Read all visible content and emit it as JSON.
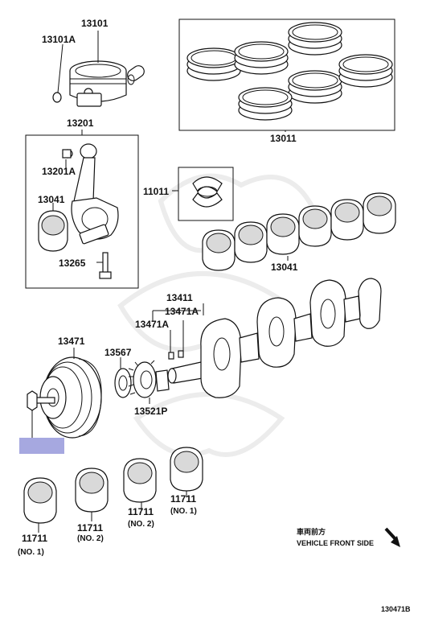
{
  "labels": {
    "p13101": "13101",
    "p13101A": "13101A",
    "p13011": "13011",
    "p13201": "13201",
    "p13201A": "13201A",
    "p13041_rod": "13041",
    "p13265": "13265",
    "p11011": "11011",
    "p13041": "13041",
    "p13411": "13411",
    "p13471A_top": "13471A",
    "p13471A_left": "13471A",
    "p13471": "13471",
    "p13567": "13567",
    "p13521P": "13521P",
    "b1_num": "11711",
    "b1_sub": "(NO. 1)",
    "b2_num": "11711",
    "b2_sub": "(NO. 2)",
    "b3_num": "11711",
    "b3_sub": "(NO. 2)",
    "b4_num": "11711",
    "b4_sub": "(NO. 1)"
  },
  "direction_note": {
    "japanese": "車両前方",
    "english": "VEHICLE FRONT SIDE"
  },
  "diagram_code": "130471B",
  "highlight_color": "#a6a8e0"
}
